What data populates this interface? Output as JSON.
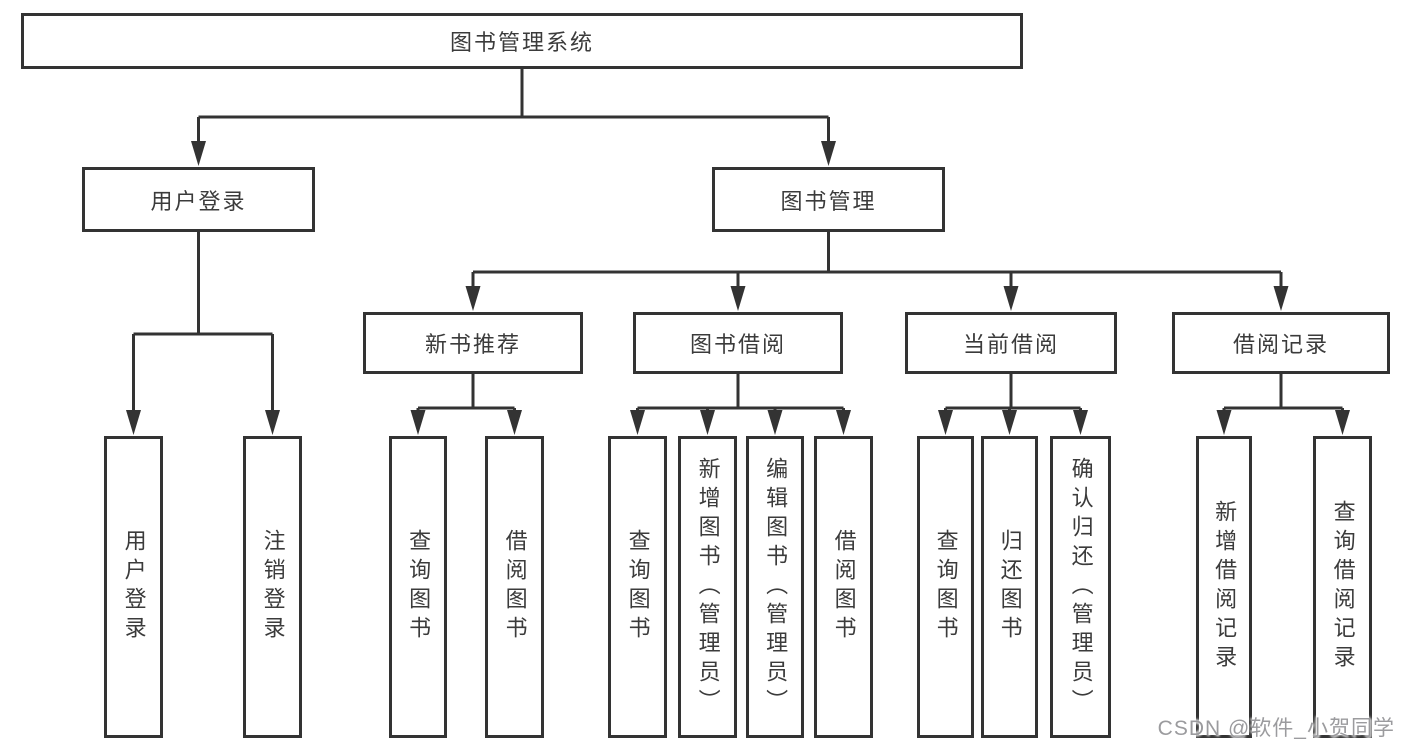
{
  "diagram": {
    "root": "图书管理系统",
    "branches": [
      {
        "label": "用户登录",
        "children": [
          "用户登录",
          "注销登录"
        ]
      },
      {
        "label": "图书管理",
        "children": [
          {
            "label": "新书推荐",
            "children": [
              "查询图书",
              "借阅图书"
            ]
          },
          {
            "label": "图书借阅",
            "children": [
              "查询图书",
              "新增图书（管理员）",
              "编辑图书（管理员）",
              "借阅图书"
            ]
          },
          {
            "label": "当前借阅",
            "children": [
              "查询图书",
              "归还图书",
              "确认归还（管理员）"
            ]
          },
          {
            "label": "借阅记录",
            "children": [
              "新增借阅记录",
              "查询借阅记录"
            ]
          }
        ]
      }
    ]
  },
  "watermark": {
    "text": "CSDN @软件_小贺同学"
  },
  "colors": {
    "line": "#333333",
    "box_border": "#333333",
    "text": "#3b3b3b",
    "background": "#ffffff",
    "watermark": "#9b9b9e"
  }
}
